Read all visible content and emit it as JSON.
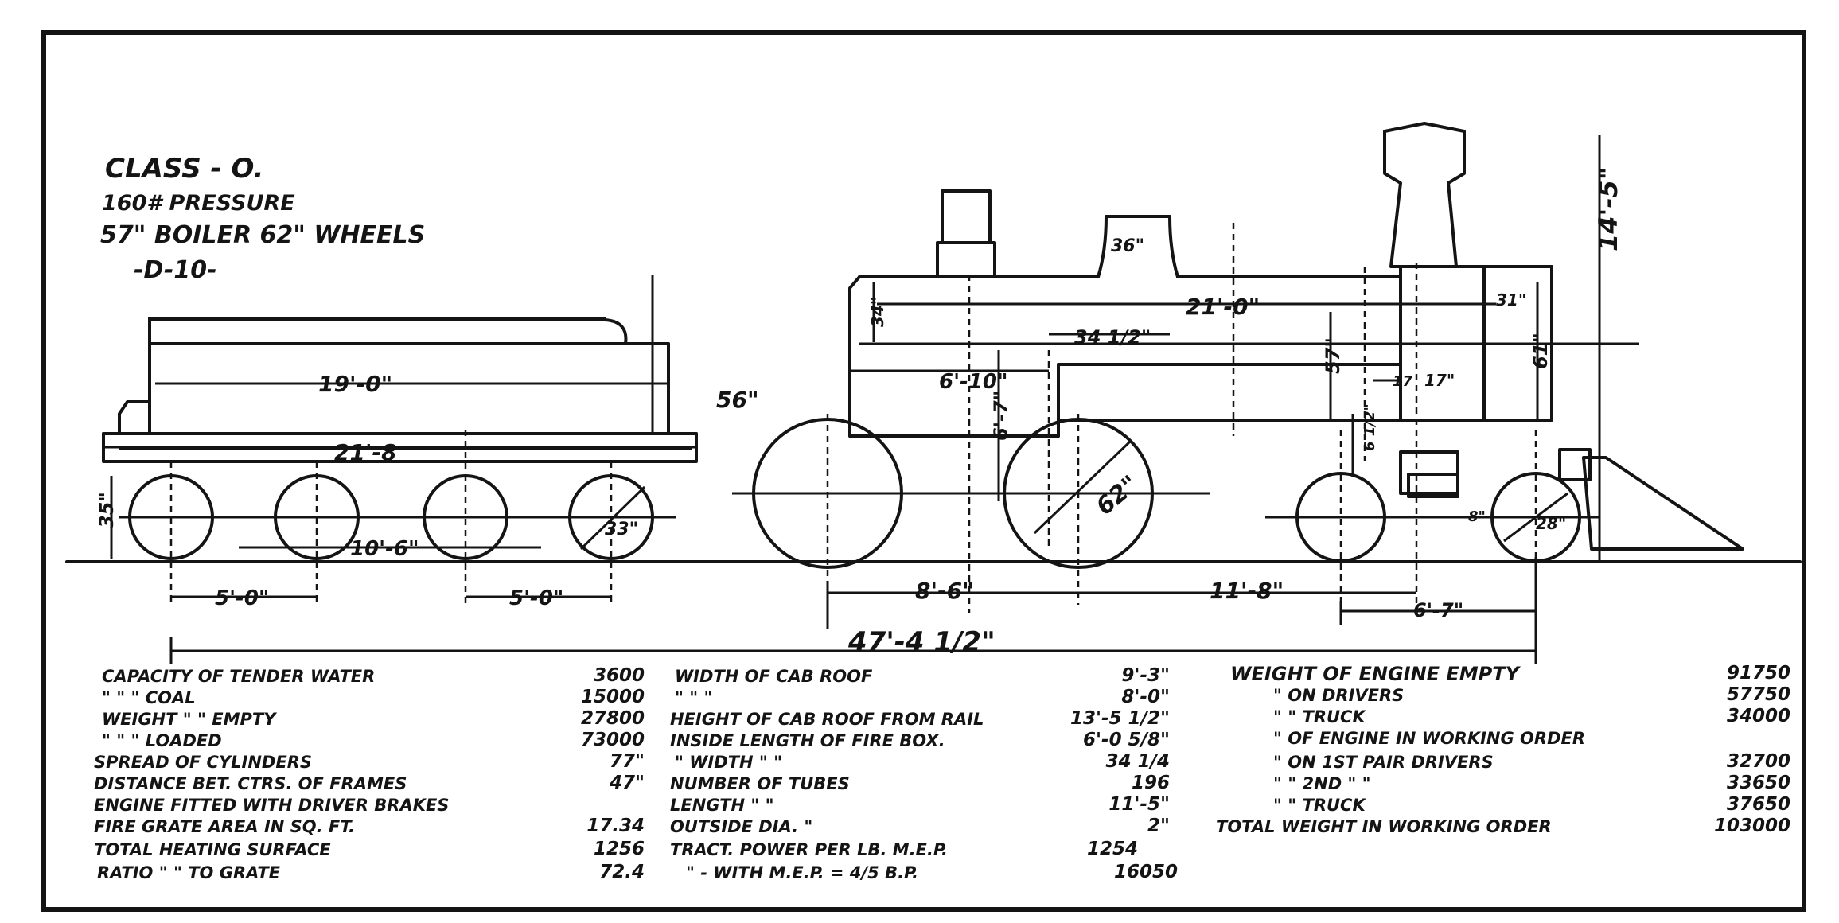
{
  "header": {
    "class_label": "CLASS - O.",
    "pressure": "160# PRESSURE",
    "boiler_wheels": "57\" BOILER   62\" WHEELS",
    "code": "-D-10-"
  },
  "dimensions": {
    "tender_length": "19'-0\"",
    "tender_frame": "21'-8",
    "tender_wheel_height": "35\"",
    "tender_spacing_a": "10'-6\"",
    "tender_wheel_dia": "33\"",
    "tender_base_a": "5'-0\"",
    "tender_base_b": "5'-0\"",
    "gap": "56\"",
    "firebox": "6'-10\"",
    "driver_height": "6'-7\"",
    "driver_dia": "62\"",
    "dome": "36\"",
    "cab_height": "34\"",
    "boiler_span": "21'-0\"",
    "boiler_seg": "34 1/2\"",
    "boiler_dia": "57\"",
    "smokebox_dia": "61\"",
    "smokebox_top": "31\"",
    "cyl": "17\"",
    "cyl_dia": "17",
    "stack_height": "14'-5\"",
    "pilot_wheel": "28\"",
    "driver_base": "8'-6\"",
    "engine_base": "11'-8\"",
    "truck_base": "6'-7\"",
    "overall": "47'-4 1/2\"",
    "small_a": "6 1/2\"",
    "small_b": "8\""
  },
  "specs_col1": [
    {
      "label": "CAPACITY OF TENDER     WATER",
      "value": "3600"
    },
    {
      "label": "\"        \"        \"        COAL",
      "value": "15000"
    },
    {
      "label": "WEIGHT      \"        \"        EMPTY",
      "value": "27800"
    },
    {
      "label": "\"        \"        \"        LOADED",
      "value": "73000"
    },
    {
      "label": "SPREAD OF CYLINDERS",
      "value": "77\""
    },
    {
      "label": "DISTANCE BET. CTRS. OF FRAMES",
      "value": "47\""
    },
    {
      "label": "ENGINE FITTED WITH DRIVER BRAKES",
      "value": ""
    },
    {
      "label": "FIRE GRATE AREA IN SQ. FT.",
      "value": "17.34"
    },
    {
      "label": "TOTAL HEATING SURFACE",
      "value": "1256"
    },
    {
      "label": "RATIO        \"        \"  TO GRATE",
      "value": "72.4"
    }
  ],
  "specs_col2": [
    {
      "label": "WIDTH OF   CAB   ROOF",
      "value": "9'-3\""
    },
    {
      "label": "\"        \"        \"",
      "value": "8'-0\""
    },
    {
      "label": "HEIGHT OF CAB ROOF FROM RAIL",
      "value": "13'-5 1/2\""
    },
    {
      "label": "INSIDE LENGTH OF FIRE BOX.",
      "value": "6'-0 5/8\""
    },
    {
      "label": "\"    WIDTH    \"        \"",
      "value": "34 1/4"
    },
    {
      "label": "NUMBER OF TUBES",
      "value": "196"
    },
    {
      "label": "LENGTH      \"        \"",
      "value": "11'-5\""
    },
    {
      "label": "OUTSIDE DIA.  \"",
      "value": "2\""
    },
    {
      "label": "TRACT. POWER PER LB. M.E.P.",
      "value": "1254"
    },
    {
      "label": "\"     - WITH M.E.P. = 4/5 B.P.",
      "value": "16050"
    }
  ],
  "specs_col3": [
    {
      "label": "WEIGHT OF ENGINE EMPTY",
      "value": "91750"
    },
    {
      "label": "\"      ON DRIVERS",
      "value": "57750"
    },
    {
      "label": "\"      \"   TRUCK",
      "value": "34000"
    },
    {
      "label": "\"   OF ENGINE IN WORKING ORDER",
      "value": ""
    },
    {
      "label": "\"   ON 1ST PAIR DRIVERS",
      "value": "32700"
    },
    {
      "label": "\"   \"  2ND   \"        \"",
      "value": "33650"
    },
    {
      "label": "\"   \"  TRUCK",
      "value": "37650"
    },
    {
      "label": "TOTAL WEIGHT IN WORKING ORDER",
      "value": "103000"
    }
  ],
  "colors": {
    "ink": "#141414",
    "paper": "#ffffff"
  }
}
